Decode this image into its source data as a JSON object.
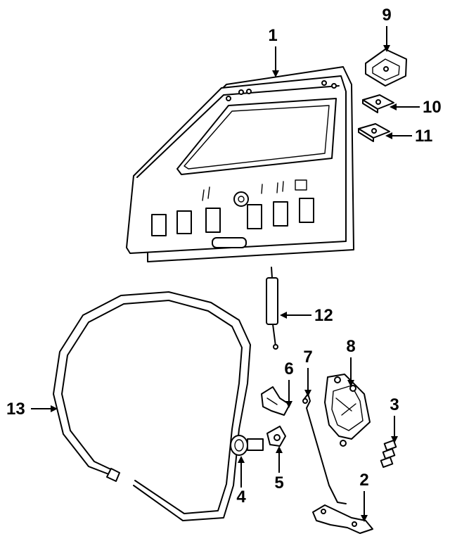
{
  "callouts": [
    {
      "id": "1",
      "part": "liftgate-panel"
    },
    {
      "id": "2",
      "part": "latch-link"
    },
    {
      "id": "3",
      "part": "lock-clip"
    },
    {
      "id": "4",
      "part": "lock-cylinder"
    },
    {
      "id": "5",
      "part": "cylinder-retainer"
    },
    {
      "id": "6",
      "part": "rod-bracket"
    },
    {
      "id": "7",
      "part": "latch-rod"
    },
    {
      "id": "8",
      "part": "latch-assembly"
    },
    {
      "id": "9",
      "part": "striker-bracket"
    },
    {
      "id": "10",
      "part": "nut-plate-upper"
    },
    {
      "id": "11",
      "part": "nut-plate-lower"
    },
    {
      "id": "12",
      "part": "support-strut"
    },
    {
      "id": "13",
      "part": "weatherstrip"
    }
  ]
}
